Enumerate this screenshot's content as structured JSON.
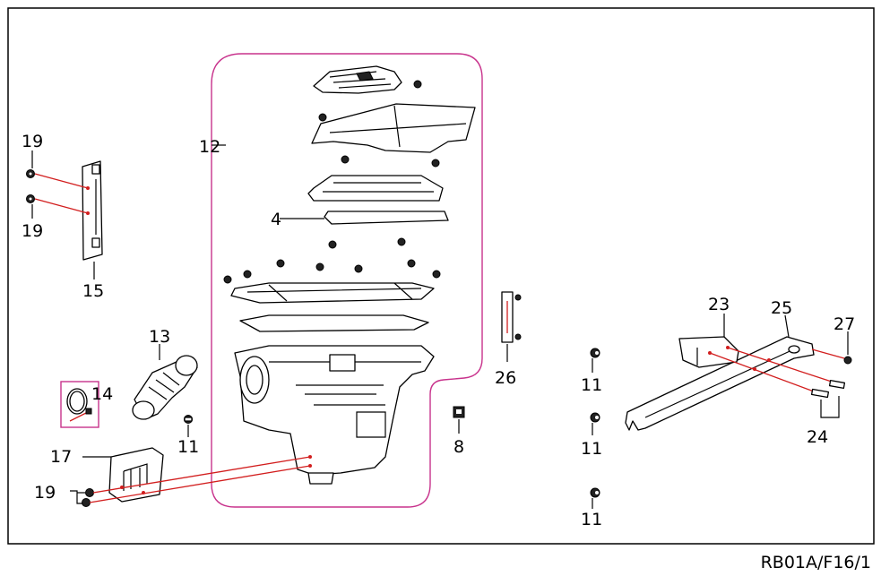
{
  "drawing_code": "RB01A/F16/1",
  "colors": {
    "frame": "#000000",
    "assembly_outline": "#c8328c",
    "fastener_line": "#d21e1e"
  },
  "callouts": {
    "c4": "4",
    "c8": "8",
    "c11a": "11",
    "c11b": "11",
    "c11c": "11",
    "c11d": "11",
    "c12": "12",
    "c13": "13",
    "c14": "14",
    "c15": "15",
    "c17": "17",
    "c19a": "19",
    "c19b": "19",
    "c19c": "19",
    "c23": "23",
    "c24": "24",
    "c25": "25",
    "c26": "26",
    "c27": "27"
  }
}
